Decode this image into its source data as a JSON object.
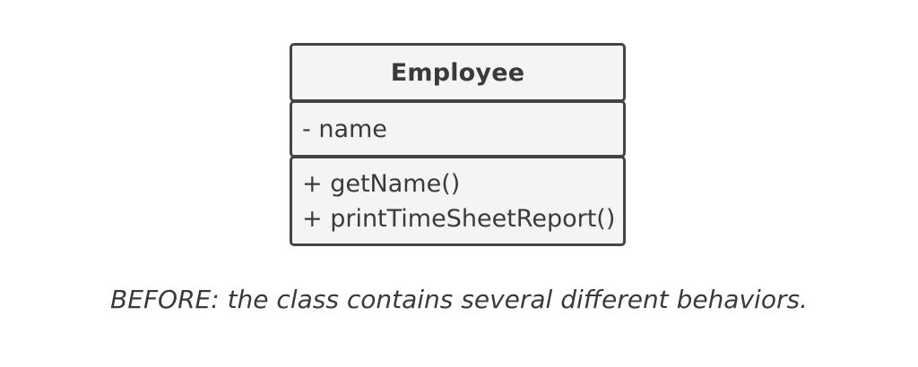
{
  "diagram": {
    "class": {
      "name": "Employee",
      "attributes": [
        "- name"
      ],
      "methods": [
        "+ getName()",
        "+ printTimeSheetReport()"
      ]
    },
    "caption": "BEFORE: the class contains several different behaviors."
  },
  "colors": {
    "border": "#444444",
    "fill": "#f4f4f4",
    "text": "#3a3a3a",
    "background": "#ffffff"
  }
}
